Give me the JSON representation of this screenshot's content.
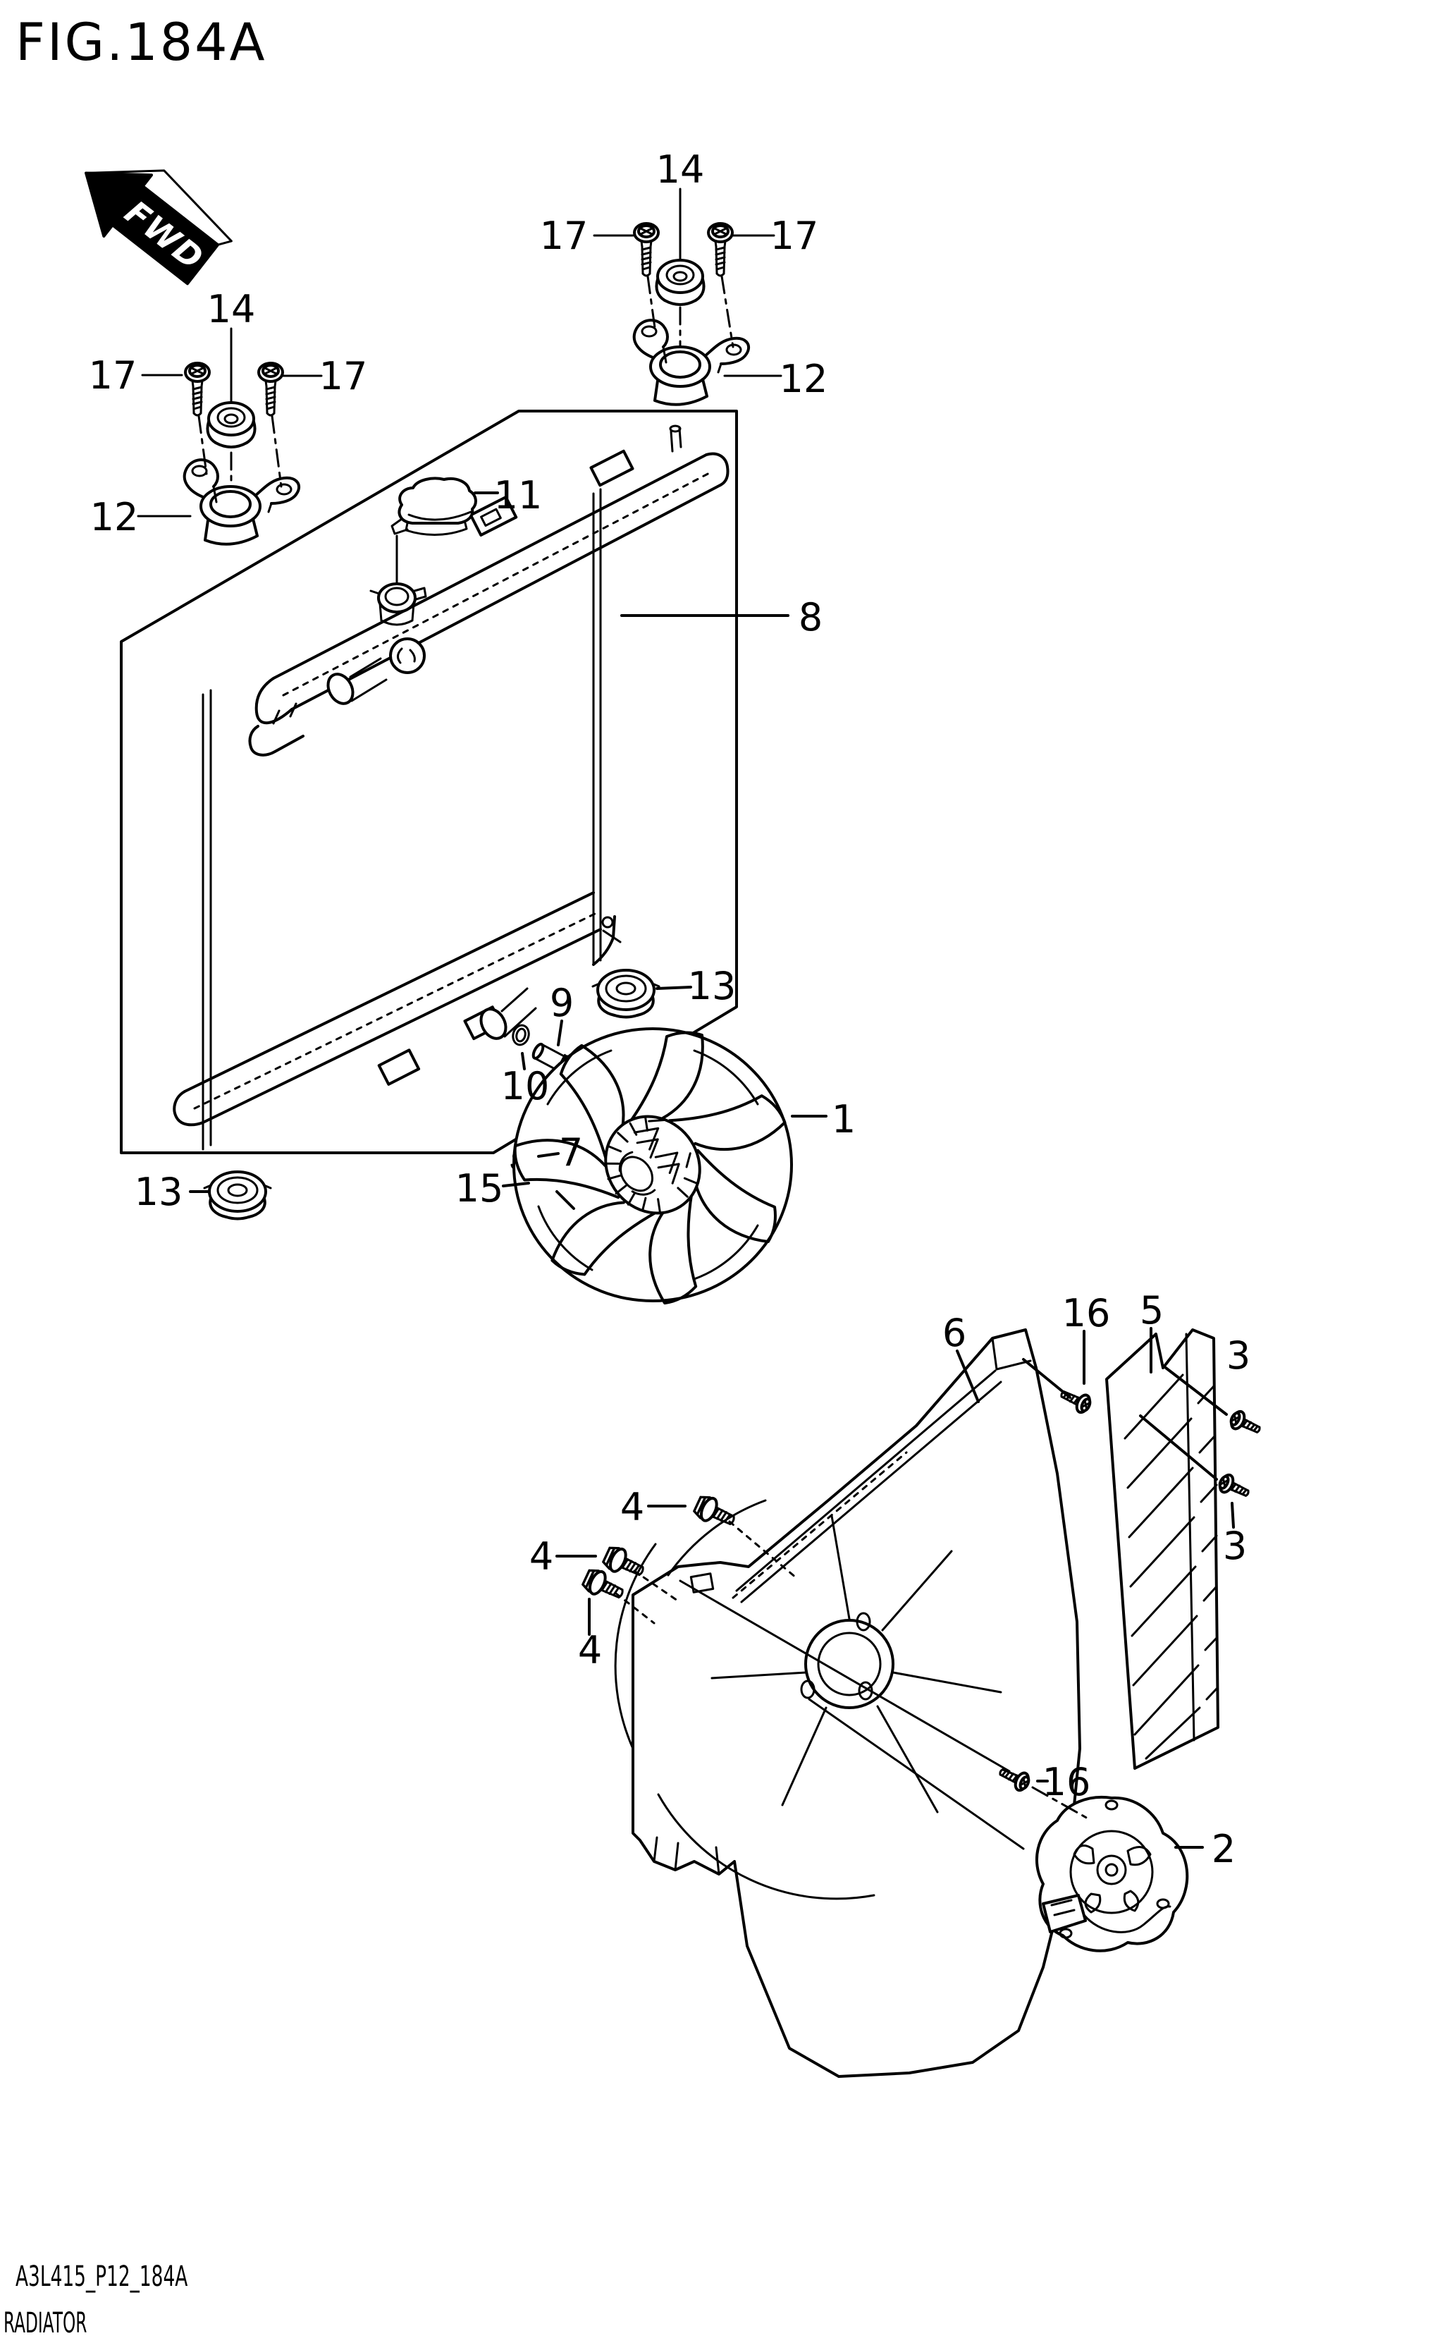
{
  "figure": {
    "title": "FIG.184A",
    "footer_code": "A3L415_P12_184A",
    "footer_title": "RADIATOR"
  },
  "fwd_arrow_label": "FWD",
  "callout_labels": {
    "n1": "1",
    "n2": "2",
    "n3": "3",
    "n4": "4",
    "n5": "5",
    "n6": "6",
    "n7": "7",
    "n8": "8",
    "n9": "9",
    "n10": "10",
    "n11": "11",
    "n12": "12",
    "n13": "13",
    "n14": "14",
    "n15": "15",
    "n16": "16",
    "n17": "17"
  },
  "colors": {
    "line": "#000000",
    "background": "#ffffff"
  }
}
